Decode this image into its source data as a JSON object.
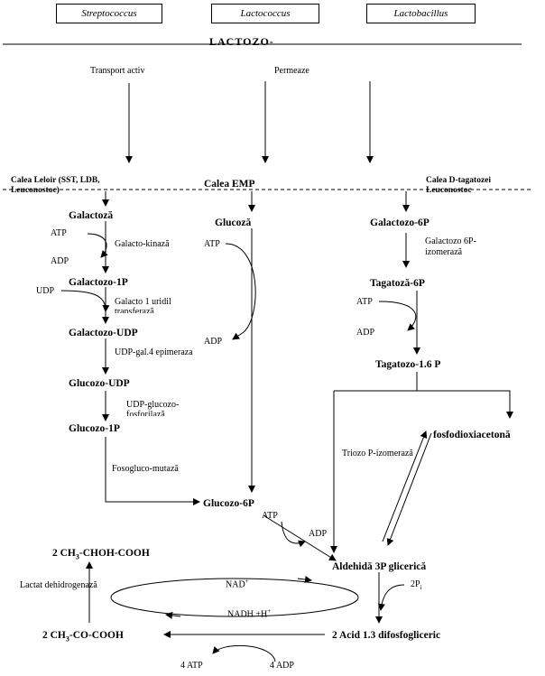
{
  "headers": {
    "streptococcus": "Streptococcus",
    "lactococcus": "Lactococcus",
    "lactobacillus": "Lactobacillus"
  },
  "top_title": "LACTOZO-",
  "transport": {
    "left": "Transport activ",
    "mid": "Permeaze"
  },
  "pathways": {
    "leloir_line1": "Calea Leloir (SST, LDB,",
    "leloir_line2": "Leuconostoc)",
    "emp": "Calea EMP",
    "dtag_line1": "Calea D-tagatozei",
    "dtag_line2": "Leuconostoc"
  },
  "left_col": {
    "galactoza": "Galactoză",
    "atp": "ATP",
    "adp": "ADP",
    "galacto_kinaza": "Galacto-kinază",
    "galactozo_1p": "Galactozo-1P",
    "udp": "UDP",
    "uridil_1": "Galacto 1 uridil",
    "uridil_2": "transferază",
    "galactozo_udp": "Galactozo-UDP",
    "epimeraza": "UDP-gal.4  epimeraza",
    "glucozo_udp": "Glucozo-UDP",
    "fosforilaza_1": "UDP-glucozo-",
    "fosforilaza_2": "fosforilază",
    "glucozo_1p": "Glucozo-1P",
    "mutaza": "Fosogluco-mutază"
  },
  "mid_col": {
    "glucoza": "Glucoză",
    "atp": "ATP",
    "adp": "ADP",
    "glucozo_6p": "Glucozo-6P",
    "atp2": "ATP",
    "adp2": "ADP"
  },
  "right_col": {
    "galactozo_6p": "Galactozo-6P",
    "izomeraza_1": "Galactozo 6P-",
    "izomeraza_2": "izomerază",
    "tagatoza_6p": "Tagatoză-6P",
    "atp": "ATP",
    "adp": "ADP",
    "tagatozo_16p": "Tagatozo-1.6 P",
    "fosfodioxi": "fosfodioxiacetonă",
    "triozo": "Triozo P-izomerază",
    "aldehida": "Aldehidă 3P glicerică",
    "pi": "2P",
    "pi_sub": "i",
    "acid": "2 Acid 1.3 difosfogliceric"
  },
  "bottom": {
    "lactic_pre": "2 CH",
    "lactic_sub": "3",
    "lactic_post": "-CHOH-COOH",
    "pyruvic_pre": "2 CH",
    "pyruvic_sub": "3",
    "pyruvic_post": "-CO-COOH",
    "ldh": "Lactat dehidrogenază",
    "nad": "NAD",
    "nad_sup": "+",
    "nadh": "NADH +H",
    "nadh_sup": "+",
    "atp4": "4 ATP",
    "adp4": "4 ADP"
  }
}
